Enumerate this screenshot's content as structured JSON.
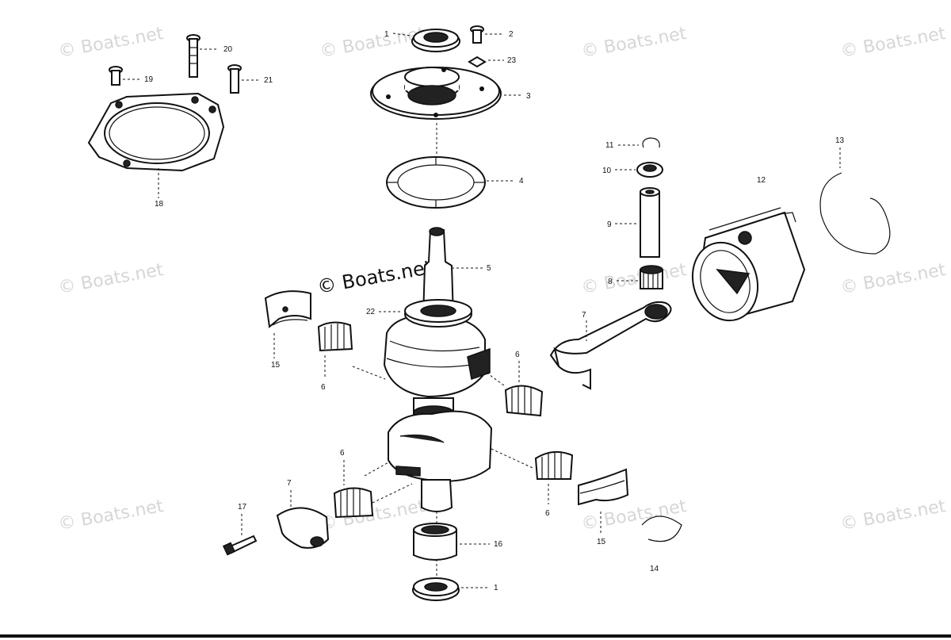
{
  "watermark": "© Boats.net",
  "watermark_main": "© Boats.net",
  "callouts": {
    "p1_top": "1",
    "p2": "2",
    "p23": "23",
    "p3": "3",
    "p4": "4",
    "p5": "5",
    "p22": "22",
    "p20": "20",
    "p19": "19",
    "p21": "21",
    "p18": "18",
    "p11": "11",
    "p10": "10",
    "p9": "9",
    "p8": "8",
    "p12": "12",
    "p13": "13",
    "p7_rod": "7",
    "p15_left": "15",
    "p6_left": "6",
    "p6_mid": "6",
    "p6_lower": "6",
    "p6_right": "6",
    "p7_cap": "7",
    "p17": "17",
    "p16": "16",
    "p1_bottom": "1",
    "p15_right": "15",
    "p14": "14"
  }
}
